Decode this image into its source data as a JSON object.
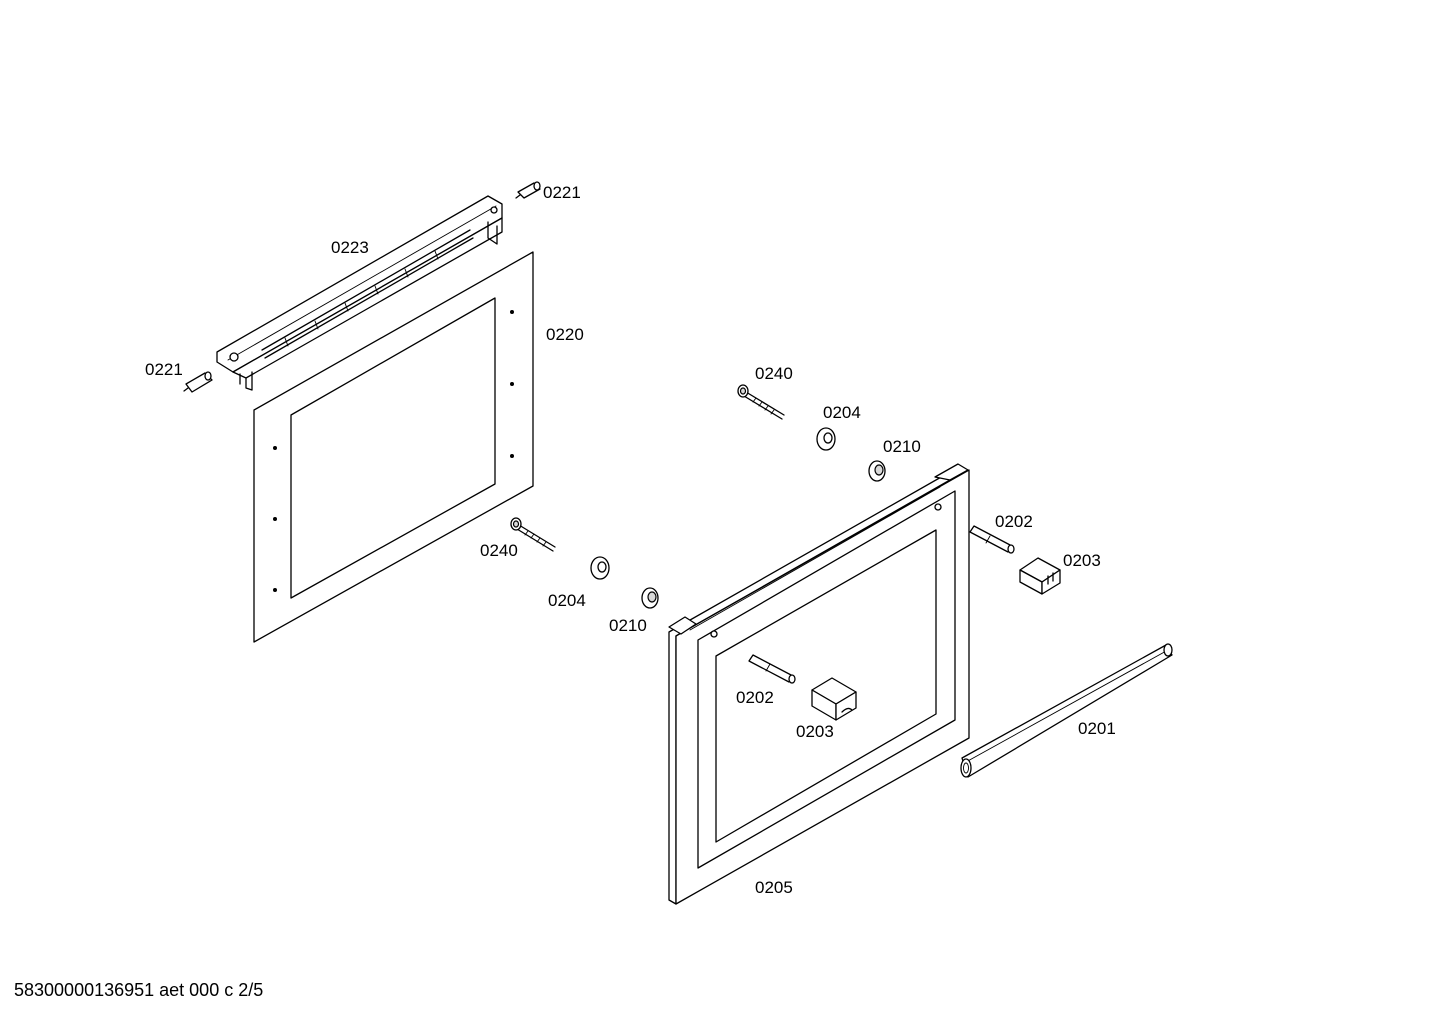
{
  "labels": {
    "p0221_top": "0221",
    "p0223": "0223",
    "p0220": "0220",
    "p0221_left": "0221",
    "p0240_left": "0240",
    "p0204_left": "0204",
    "p0210_left": "0210",
    "p0240_right": "0240",
    "p0204_right": "0204",
    "p0210_right": "0210",
    "p0202_right": "0202",
    "p0203_right": "0203",
    "p0202_inner": "0202",
    "p0203_inner": "0203",
    "p0201": "0201",
    "p0205": "0205"
  },
  "footer": {
    "document_code": "58300000136951 aet 000 c 2/5"
  }
}
